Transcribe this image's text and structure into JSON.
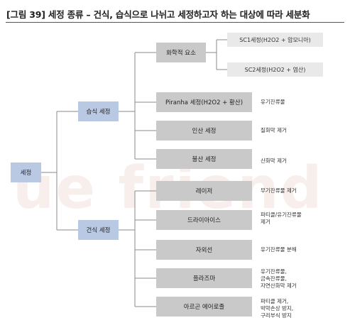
{
  "title": "[그림 39] 세정 종류 – 건식, 습식으로 나뉘고 세정하고자 하는 대상에 따라 세분화",
  "watermark": "ue friend",
  "root": "세정",
  "wet": {
    "label": "습식 세정",
    "chemical": {
      "label": "화학적 요소",
      "sc1": "SC1세정(H2O2 + 암모니아)",
      "sc2": "SC2세정(H2O2 + 염산)"
    },
    "piranha": {
      "label": "Piranha 세정(H2O2 + 황산)",
      "note": "유기잔류물"
    },
    "phosphoric": {
      "label": "인산 세정",
      "note": "질화막 제거"
    },
    "hf": {
      "label": "불산 세정",
      "note": "산화막 제거"
    }
  },
  "dry": {
    "label": "건식 세정",
    "laser": {
      "label": "레이저",
      "note": "무기잔류물 제거"
    },
    "dryice": {
      "label": "드라이아이스",
      "note_line1": "파티클/유기잔류물",
      "note_line2": "제거"
    },
    "uv": {
      "label": "자외선",
      "note": "유기잔류물 분해"
    },
    "plasma": {
      "label": "플라즈마",
      "note_line1": "유기잔류물,",
      "note_line2": "금속잔류물,",
      "note_line3": "자연산화막 제거"
    },
    "aerosol": {
      "label": "아르곤 에어로졸",
      "note_line1": "파티클 제거,",
      "note_line2": "박막손상 방지,",
      "note_line3": "구리부식 방지"
    }
  }
}
